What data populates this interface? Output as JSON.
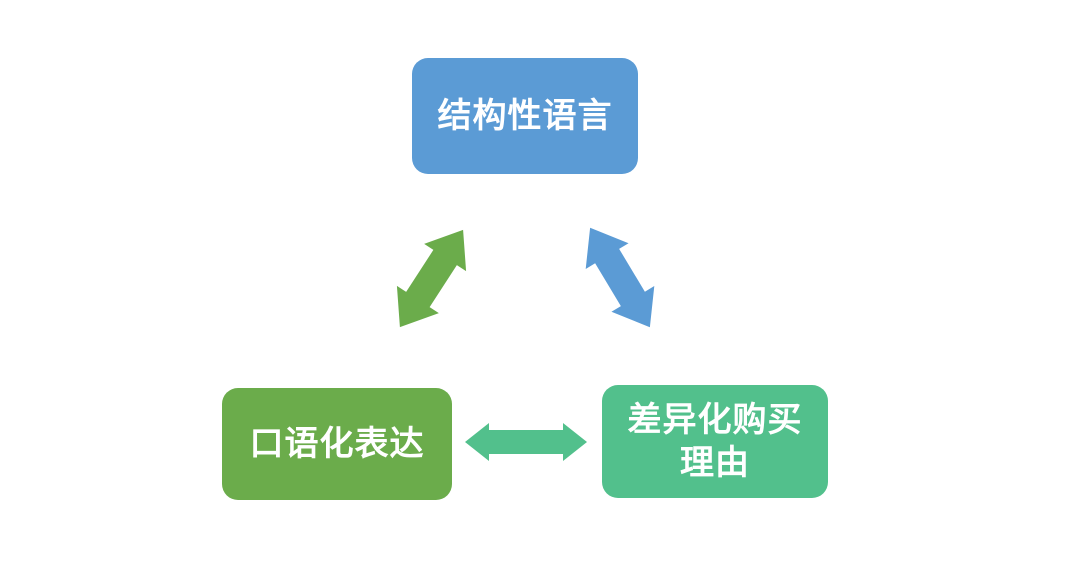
{
  "diagram": {
    "background_color": "#ffffff",
    "nodes": {
      "structural_language": {
        "label": "结构性语言",
        "fill_color": "#5B9BD5",
        "text_color": "#FFFFFF"
      },
      "colloquial_expression": {
        "label": "口语化表达",
        "fill_color": "#6BAC4B",
        "text_color": "#FFFFFF"
      },
      "differentiated_purchase_reason": {
        "label": "差异化购买理由",
        "fill_color": "#52C08C",
        "text_color": "#FFFFFF"
      }
    },
    "arrows": {
      "colloquial_to_structural": {
        "type": "double-headed",
        "color": "#6BAC4B",
        "connects": [
          "口语化表达",
          "结构性语言"
        ]
      },
      "structural_to_differentiated": {
        "type": "double-headed",
        "color": "#5B9BD5",
        "connects": [
          "结构性语言",
          "差异化购买理由"
        ]
      },
      "colloquial_to_differentiated": {
        "type": "double-headed",
        "color": "#52C08C",
        "connects": [
          "口语化表达",
          "差异化购买理由"
        ]
      }
    }
  }
}
